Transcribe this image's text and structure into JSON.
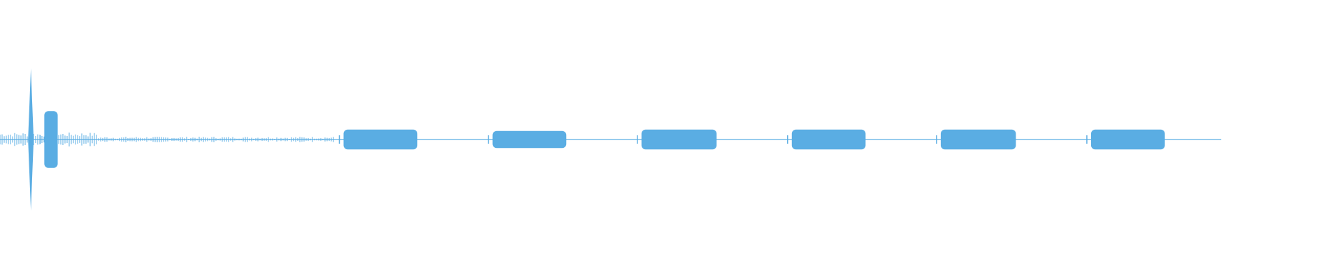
{
  "waveform": {
    "color": "#5aade3",
    "background": "#ffffff",
    "duration_fraction_with_signal": 0.91,
    "events": [
      {
        "type": "spike",
        "at": 0.023,
        "amplitude": 1.0
      },
      {
        "type": "burst",
        "start": 0.033,
        "end": 0.043,
        "amplitude": 0.4
      },
      {
        "type": "burst",
        "start": 0.256,
        "end": 0.311,
        "amplitude": 0.14
      },
      {
        "type": "burst",
        "start": 0.367,
        "end": 0.422,
        "amplitude": 0.12
      },
      {
        "type": "burst",
        "start": 0.478,
        "end": 0.534,
        "amplitude": 0.14
      },
      {
        "type": "burst",
        "start": 0.59,
        "end": 0.645,
        "amplitude": 0.14
      },
      {
        "type": "burst",
        "start": 0.701,
        "end": 0.757,
        "amplitude": 0.14
      },
      {
        "type": "burst",
        "start": 0.813,
        "end": 0.868,
        "amplitude": 0.14
      }
    ]
  }
}
